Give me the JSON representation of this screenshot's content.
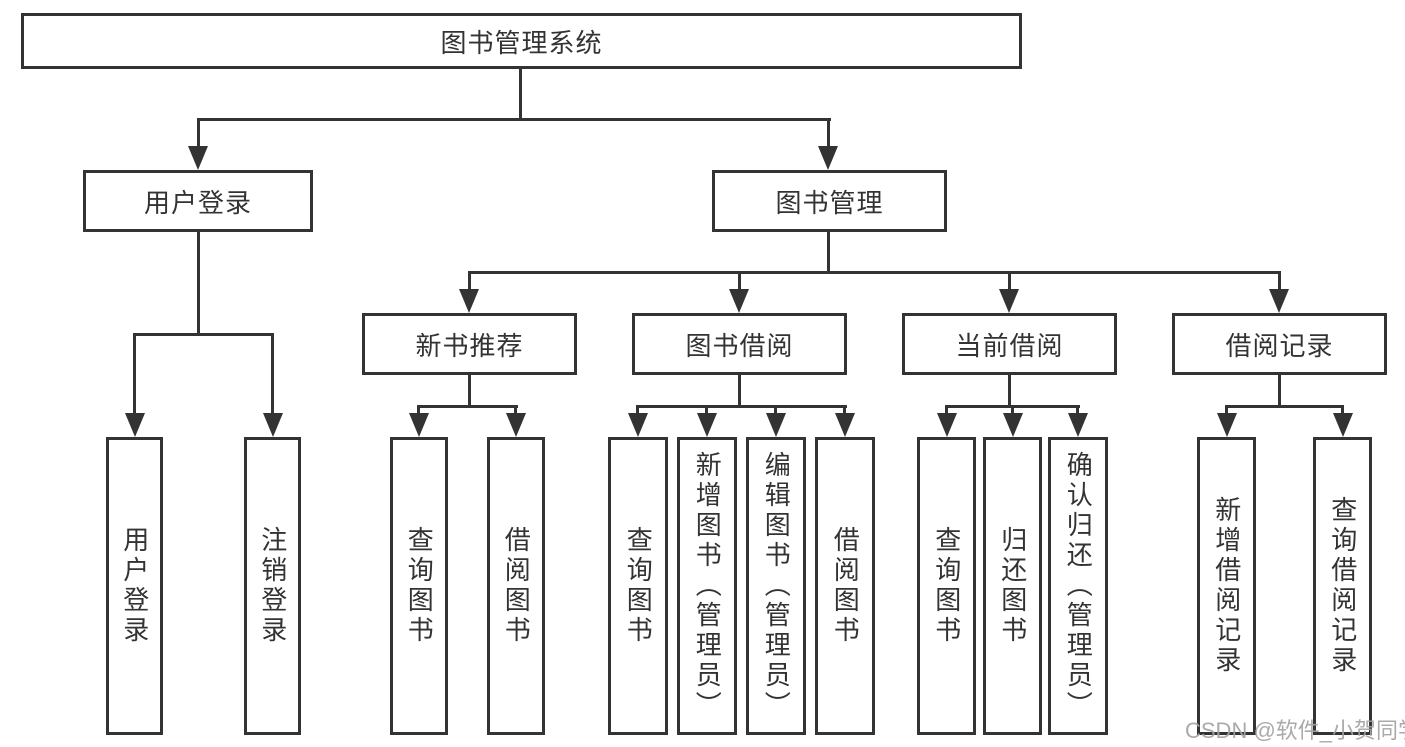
{
  "tree": {
    "label": "图书管理系统",
    "children": [
      {
        "label": "用户登录",
        "children": [
          {
            "label": "用户登录"
          },
          {
            "label": "注销登录"
          }
        ]
      },
      {
        "label": "图书管理",
        "children": [
          {
            "label": "新书推荐",
            "children": [
              {
                "label": "查询图书"
              },
              {
                "label": "借阅图书"
              }
            ]
          },
          {
            "label": "图书借阅",
            "children": [
              {
                "label": "查询图书"
              },
              {
                "label": "新增图书（管理员）"
              },
              {
                "label": "编辑图书（管理员）"
              },
              {
                "label": "借阅图书"
              }
            ]
          },
          {
            "label": "当前借阅",
            "children": [
              {
                "label": "查询图书"
              },
              {
                "label": "归还图书"
              },
              {
                "label": "确认归还（管理员）"
              }
            ]
          },
          {
            "label": "借阅记录",
            "children": [
              {
                "label": "新增借阅记录"
              },
              {
                "label": "查询借阅记录"
              }
            ]
          }
        ]
      }
    ]
  },
  "watermark": "CSDN @软件_小贺同学",
  "colors": {
    "line": "#333333",
    "text": "#333333",
    "box_fill": "#ffffff",
    "watermark": "#a3a3a3",
    "background": "#ffffff"
  }
}
